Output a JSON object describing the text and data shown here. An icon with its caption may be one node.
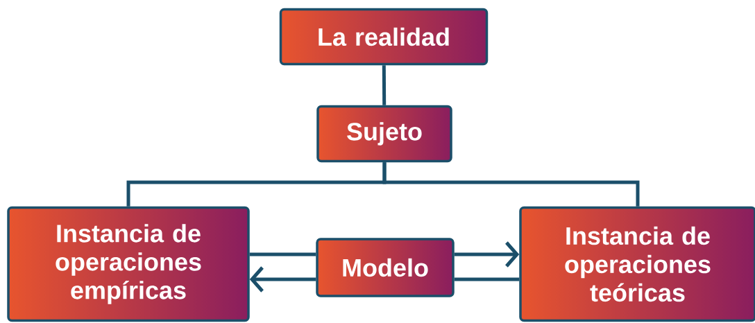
{
  "diagram": {
    "nodes": [
      {
        "text": [
          "La realidad"
        ]
      },
      {
        "text": [
          "Sujeto"
        ]
      },
      {
        "text": [
          "Instancia de operaciones empíricas"
        ]
      },
      {
        "text": [
          "Modelo"
        ]
      },
      {
        "text": [
          "Instancia de operaciones teóricas"
        ]
      }
    ],
    "edges": [
      {
        "from": 0,
        "to": 1,
        "arrow": "none"
      },
      {
        "from": 1,
        "to": 2,
        "arrow": "none"
      },
      {
        "from": 1,
        "to": 4,
        "arrow": "none"
      },
      {
        "from": 2,
        "to": 3,
        "arrow": "none"
      },
      {
        "from": 3,
        "to": 4,
        "arrow": "to"
      },
      {
        "from": 4,
        "to": 3,
        "arrow": "none"
      },
      {
        "from": 3,
        "to": 2,
        "arrow": "to"
      }
    ]
  }
}
